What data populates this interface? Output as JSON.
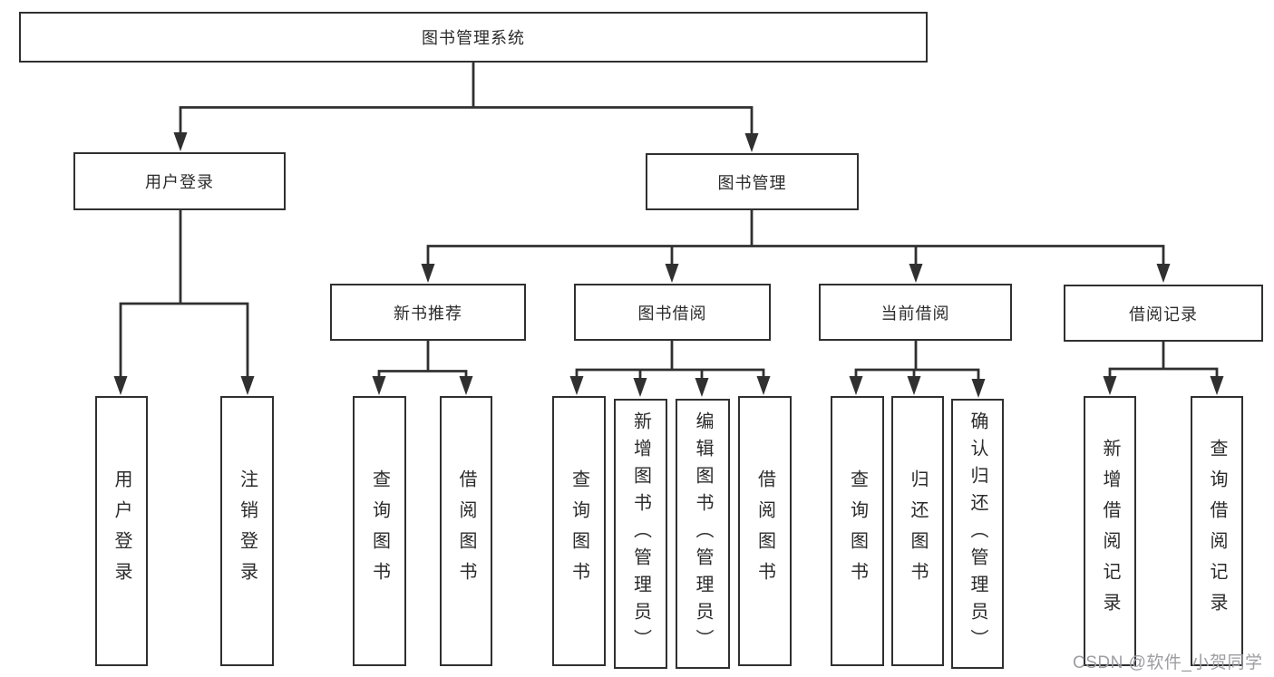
{
  "diagram": {
    "type": "hierarchy-tree",
    "root": {
      "label": "图书管理系统",
      "children": [
        {
          "label": "用户登录",
          "children": [
            {
              "label": "用户登录"
            },
            {
              "label": "注销登录"
            }
          ]
        },
        {
          "label": "图书管理",
          "children": [
            {
              "label": "新书推荐",
              "children": [
                {
                  "label": "查询图书"
                },
                {
                  "label": "借阅图书"
                }
              ]
            },
            {
              "label": "图书借阅",
              "children": [
                {
                  "label": "查询图书"
                },
                {
                  "label": "新增图书（管理员）"
                },
                {
                  "label": "编辑图书（管理员）"
                },
                {
                  "label": "借阅图书"
                }
              ]
            },
            {
              "label": "当前借阅",
              "children": [
                {
                  "label": "查询图书"
                },
                {
                  "label": "归还图书"
                },
                {
                  "label": "确认归还（管理员）"
                }
              ]
            },
            {
              "label": "借阅记录",
              "children": [
                {
                  "label": "新增借阅记录"
                },
                {
                  "label": "查询借阅记录"
                }
              ]
            }
          ]
        }
      ]
    },
    "colors": {
      "line": "#303030",
      "box_border": "#303030",
      "box_background": "#ffffff",
      "text": "#2b2b2b",
      "watermark": "#9d9da2",
      "page_background": "#ffffff"
    }
  },
  "watermark": {
    "text": "CSDN @软件_小贺同学"
  }
}
